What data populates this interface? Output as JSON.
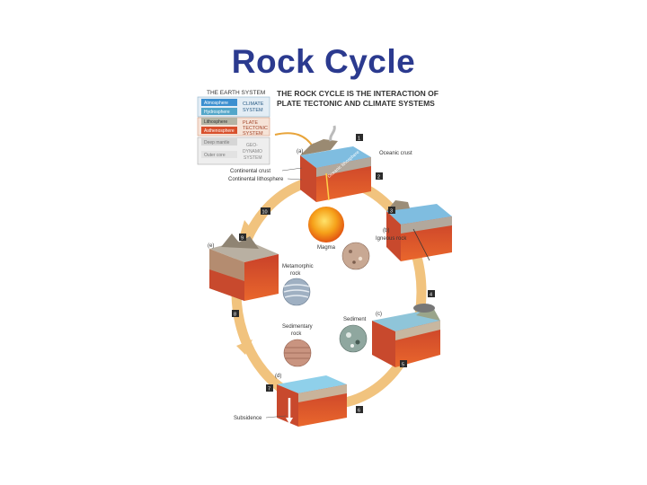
{
  "slide": {
    "title": "Rock Cycle"
  },
  "figure": {
    "heading": [
      "THE ROCK CYCLE IS THE INTERACTION OF",
      "PLATE TECTONIC AND CLIMATE SYSTEMS"
    ],
    "earth_system": {
      "title": "THE EARTH SYSTEM",
      "layers": [
        "Atmosphere",
        "Hydrosphere",
        "Lithosphere",
        "Asthenosphere",
        "Deep mantle",
        "Outer core"
      ],
      "groups": [
        [
          "CLIMATE",
          "SYSTEM"
        ],
        [
          "PLATE",
          "TECTONIC",
          "SYSTEM"
        ],
        [
          "GEO-",
          "DYNAMO",
          "SYSTEM"
        ]
      ]
    },
    "labels": {
      "oceanic_crust": "Oceanic crust",
      "oceanic_lithosphere": "Oceanic lithosphere",
      "continental_crust": "Continental crust",
      "continental_lithosphere": "Continental lithosphere",
      "magma": "Magma",
      "igneous_rock": "Igneous rock",
      "metamorphic_rock": [
        "Metamorphic",
        "rock"
      ],
      "sedimentary_rock": [
        "Sedimentary",
        "rock"
      ],
      "sediment": "Sediment",
      "subsidence": "Subsidence"
    },
    "panel_letters": [
      "(a)",
      "(b)",
      "(c)",
      "(d)",
      "(e)"
    ],
    "step_numbers": [
      "1",
      "2",
      "3",
      "4",
      "5",
      "6",
      "7",
      "8",
      "9",
      "10"
    ]
  }
}
